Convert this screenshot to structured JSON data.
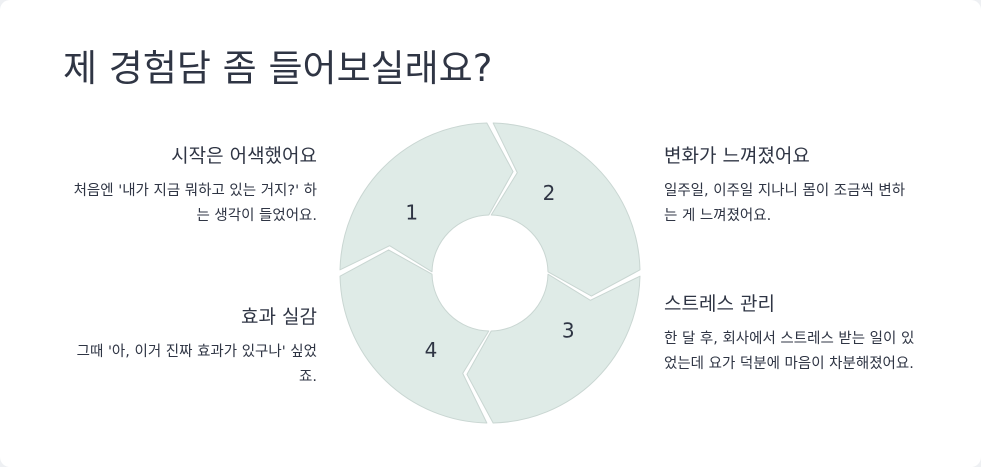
{
  "title": "제 경험담 좀 들어보실래요?",
  "steps": [
    {
      "number": "1",
      "heading": "시작은 어색했어요",
      "text": "처음엔 '내가 지금 뭐하고 있는 거지?' 하는 생각이 들었어요."
    },
    {
      "number": "2",
      "heading": "변화가 느껴졌어요",
      "text": "일주일, 이주일 지나니 몸이 조금씩 변하는 게 느껴졌어요."
    },
    {
      "number": "3",
      "heading": "스트레스 관리",
      "text": "한 달 후, 회사에서 스트레스 받는 일이 있었는데 요가 덕분에 마음이 차분해졌어요."
    },
    {
      "number": "4",
      "heading": "효과 실감",
      "text": "그때 '아, 이거 진짜 효과가 있구나' 싶었죠."
    }
  ],
  "colors": {
    "segment_fill": "#dfebe7",
    "segment_stroke": "#c9d6d2",
    "text": "#2f3544"
  }
}
